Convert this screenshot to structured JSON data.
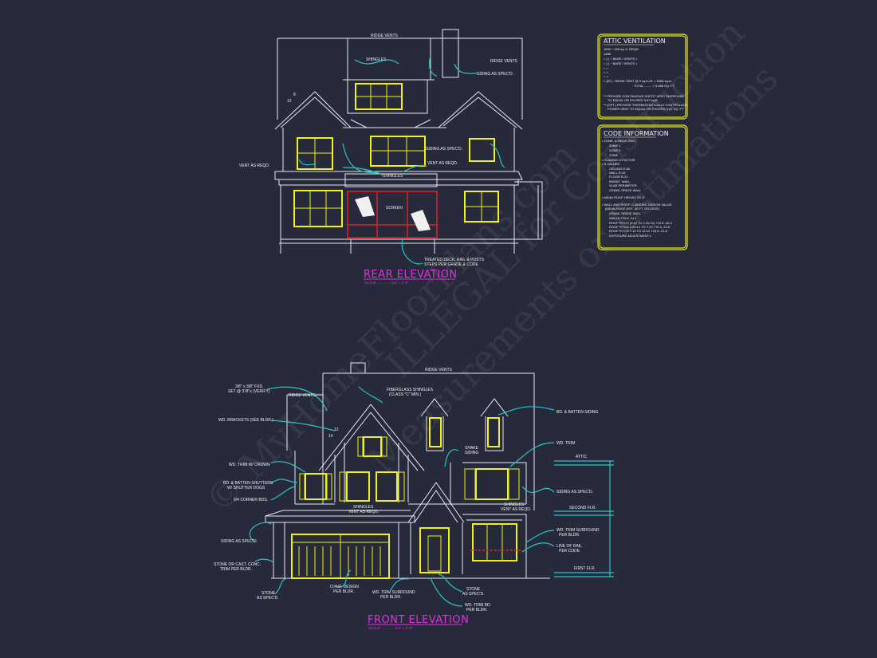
{
  "watermark": [
    "© MyHomeFloorPlans.com",
    "ILLEGAL for Construction",
    "Measurements or Estimations"
  ],
  "rear": {
    "title": "REAR ELEVATION",
    "scale": "SCALE: ............ 1/4\" = 1'-0\"",
    "labels": [
      "RIDGE VENTS",
      "SHINGLES",
      "RIDGE VENTS",
      "SIDING AS SPEC'D.",
      "VENT AS REQD.",
      "SIDING AS SPEC'D.",
      "VENT AS REQD.",
      "SHINGLES",
      "SCREEN",
      "TREATED DECK, RAIL & POSTS",
      "STEPS PER GRADE & CODE",
      "12",
      "8"
    ]
  },
  "front": {
    "title": "FRONT ELEVATION",
    "scale": "SCALE: ............ 1/4\" = 1'-0\"",
    "labels": [
      "RIDGE VENTS",
      "FIBERGLASS SHINGLES",
      "(CLASS \"C\" MIN.)",
      "3/8\" x 3/8\" FXD.",
      "SET @ 3'/8\"x (VERIFY)",
      "RIDGE VENTS",
      "BD. & BATTEN SIDING",
      "WD. BRACKETS (SEE BLDR.)",
      "WD. TRIM",
      "WD. TRIM W/ CROWN",
      "SHAKE",
      "SIDING",
      "BD. & BATTEN SHUTTERS",
      "W/ SHUTTER DOGS",
      "5/4 CORNER BDS.",
      "SIDING AS SPEC'D.",
      "SHINGLES",
      "VENT AS REQD.",
      "SHINGLES",
      "VENT AS REQD.",
      "SIDING AS SPEC'D.",
      "WD. TRIM SURROUND",
      "PER BLDR.",
      "LINE OF RAIL",
      "PER CODE",
      "STONE OR CAST. CONC.",
      "TRIM PER BLDR.",
      "STONE",
      "AS SPEC'D.",
      "O.H.D. DESIGN",
      "PER BLDR.",
      "WD. TRIM SURROUND",
      "PER BLDR.",
      "STONE",
      "AS SPEC'D.",
      "WD. TRIM BD.",
      "PER BLDR.",
      "14",
      "12"
    ],
    "levels": [
      "ATTIC",
      "SECOND FLR.",
      "FIRST FLR."
    ]
  },
  "attic_ventilation": {
    "title": "ATTIC VENTILATION",
    "lines": [
      "1843 ÷ 150 sq. ft. REQD.",
      "1488",
      "= ( ) ÷    BASE    /    VENTS    =",
      "= ( ) ÷    BASE    /    VENTS    =",
      "=                                   =",
      "=                                   =",
      "=                                   =",
      "= (87) - RIDGE VENT @ 9 sq.in./ft. = 5486 sq.in.",
      "TOTAL ........ = 5.486 SQ. FT.",
      "** PROVIDE CONTINUOUS SOFFIT VENT SURROUND",
      "TO EQUAL OR EXCEED 3.97 sq.ft.",
      "** (OPT.) PROVIDE THERMOSTATICALLY CONTROLLED",
      "POWER VENT TO EQUAL OR EXCEED 3.97 SQ. FT."
    ]
  },
  "code_information": {
    "title": "CODE INFORMATION",
    "lines": [
      "• ZONE: (CHECK ONE)",
      "ZONE 1",
      "ZONE II",
      "ZONE",
      "• GLAZING U-FACTOR",
      "• R-VALUES",
      "CEILING          R-38",
      "WALL              R-15",
      "FLOOR            R-21",
      "BSMNT. WALL",
      "SLAB PERIMETER",
      "CRAWL SPACE WALL",
      "• MEAN ROOF HEIGHT   29'-5\"",
      "• WALL AND ROOF CLADDING DESIGN VALUE:",
      "(MEAN ROOF HGT. 30 FT. OR LESS)",
      "CRAWL SPACE WALL",
      "WALLS                          +19.8  -24.1",
      "ROOF PITCH (0:12 TO 2.25:12)   +10.8  -45.4",
      "ROOF PITCH 2.25:12 TO 7:12     +19.4  -24.8",
      "ROOF PITCH 7:12 TO 12:12       +16.5  -21.8",
      "EXPOSURE ADJUSTMENT            x"
    ]
  },
  "colors": {
    "background": "#262a3a",
    "lines": "#e8e8ee",
    "windows": "#f2f21a",
    "leaders": "#28c4c8",
    "titles": "#e030e0",
    "boxes": "#e6e61a",
    "screen": "#e0202a"
  }
}
